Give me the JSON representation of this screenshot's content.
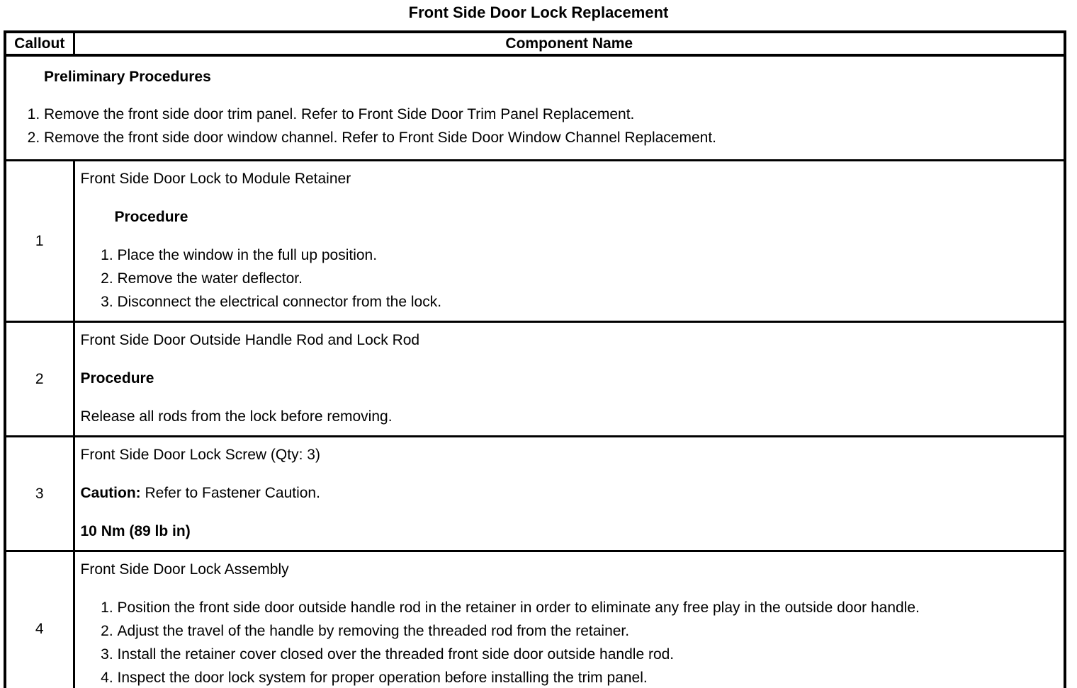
{
  "page": {
    "title": "Front Side Door Lock Replacement"
  },
  "table": {
    "header": {
      "callout": "Callout",
      "component": "Component Name"
    },
    "preliminary": {
      "heading": "Preliminary Procedures",
      "steps": [
        "Remove the front side door trim panel. Refer to Front Side Door Trim Panel Replacement.",
        "Remove the front side door window channel. Refer to Front Side Door Window Channel Replacement."
      ]
    },
    "rows": [
      {
        "callout": "1",
        "component": "Front Side Door Lock to Module Retainer",
        "procedure_heading": "Procedure",
        "steps": [
          "Place the window in the full up position.",
          "Remove the water deflector.",
          "Disconnect the electrical connector from the lock."
        ]
      },
      {
        "callout": "2",
        "component": "Front Side Door Outside Handle Rod and Lock Rod",
        "procedure_heading": "Procedure",
        "note": "Release all rods from the lock before removing."
      },
      {
        "callout": "3",
        "component": "Front Side Door Lock Screw (Qty: 3)",
        "caution_label": "Caution:",
        "caution_text": " Refer to Fastener Caution.",
        "torque": "10 Nm (89 lb in)"
      },
      {
        "callout": "4",
        "component": "Front Side Door Lock Assembly",
        "steps": [
          "Position the front side door outside handle rod in the retainer in order to eliminate any free play in the outside door handle.",
          "Adjust the travel of the handle by removing the threaded rod from the retainer.",
          "Install the retainer cover closed over the threaded front side door outside handle rod.",
          "Inspect the door lock system for proper operation before installing the trim panel."
        ]
      }
    ]
  }
}
